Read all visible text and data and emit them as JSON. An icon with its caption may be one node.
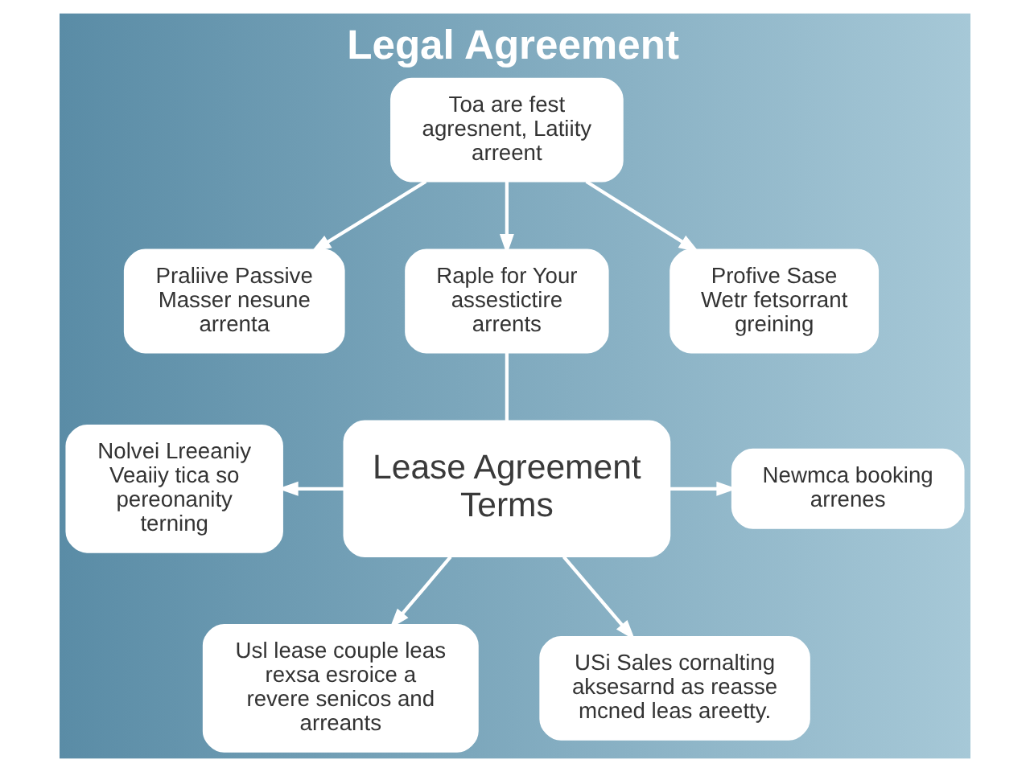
{
  "diagram": {
    "title": "Legal Agreement",
    "nodes": [
      {
        "text": [
          "Toa are fest agresnent, Latiity arreent"
        ]
      },
      {
        "text": [
          "Praliive Passive Masser nesune arrenta"
        ]
      },
      {
        "text": [
          "Raple for Your assestictire arrents"
        ]
      },
      {
        "text": [
          "Profive Sase Wetr fetsorrant greining"
        ]
      },
      {
        "text": [
          "Nolvei Lreeaniy Veaiiy tica so pereonanity terning"
        ]
      },
      {
        "text": [
          "Lease Agreement Terms"
        ]
      },
      {
        "text": [
          "Newmca booking arrenes"
        ]
      },
      {
        "text": [
          "Usl lease couple leas rexsa esroice a revere senicos and arreants"
        ]
      },
      {
        "text": [
          "USi Sales cornalting aksesarnd as reasse mcned leas areetty."
        ]
      }
    ],
    "edges": [
      {
        "from": 0,
        "to": 1,
        "arrow": "to"
      },
      {
        "from": 0,
        "to": 2,
        "arrow": "to"
      },
      {
        "from": 0,
        "to": 3,
        "arrow": "to"
      },
      {
        "from": 2,
        "to": 5,
        "arrow": "none"
      },
      {
        "from": 5,
        "to": 4,
        "arrow": "to"
      },
      {
        "from": 5,
        "to": 6,
        "arrow": "to"
      },
      {
        "from": 5,
        "to": 7,
        "arrow": "to"
      },
      {
        "from": 5,
        "to": 8,
        "arrow": "to"
      }
    ]
  }
}
